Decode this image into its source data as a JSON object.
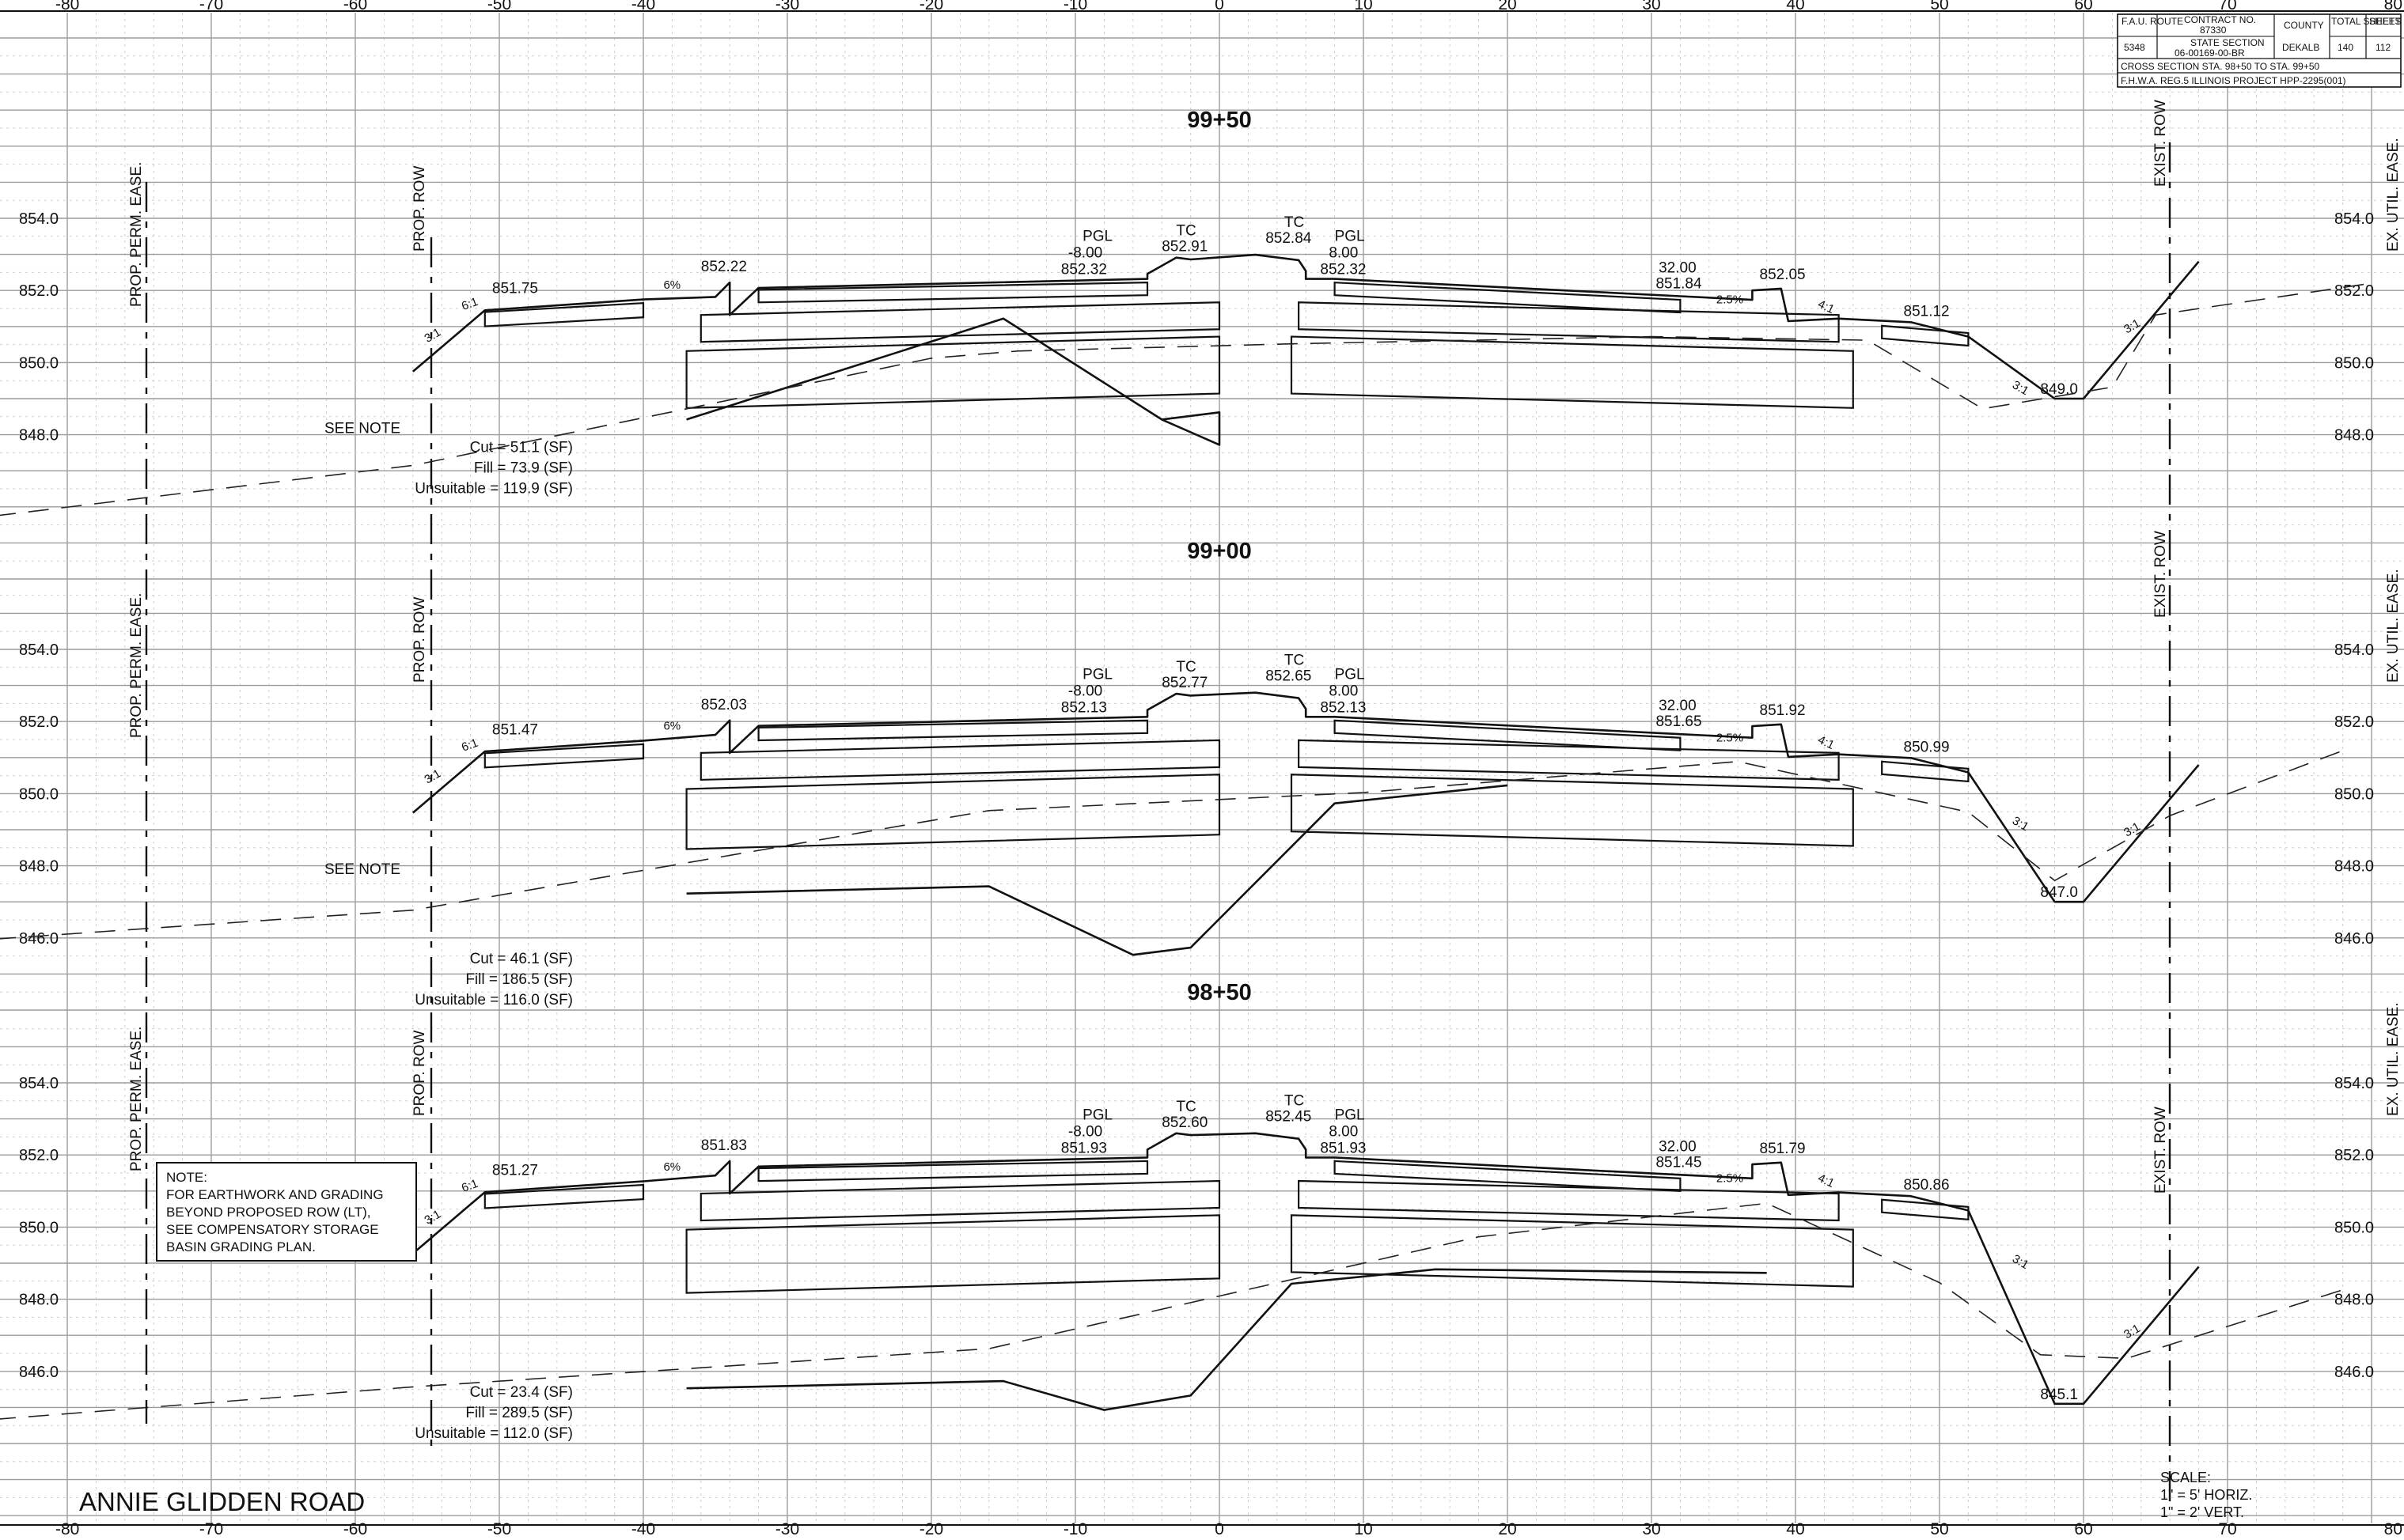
{
  "drawing": {
    "road_name": "ANNIE GLIDDEN ROAD",
    "scale_title": "SCALE:",
    "scale_horiz": "1\" = 5' HORIZ.",
    "scale_vert": "1\" = 2' VERT.",
    "note_lines": [
      "NOTE:",
      "FOR EARTHWORK AND GRADING",
      "BEYOND PROPOSED ROW (LT),",
      "SEE COMPENSATORY STORAGE",
      "BASIN GRADING PLAN."
    ],
    "title_block": {
      "fau_route_label": "F.A.U. ROUTE",
      "fau_route": "5348",
      "contract_label": "CONTRACT NO.",
      "contract_no": "87330",
      "section_label": "STATE SECTION",
      "section": "06-00169-00-BR",
      "county_label": "COUNTY",
      "county": "DEKALB",
      "total_label": "TOTAL SHEETS",
      "total_sheets": "140",
      "sheet_label": "SHEET NO.",
      "sheet_no": "112",
      "xs_line": "CROSS SECTION STA. 98+50 TO STA. 99+50",
      "fhwa_line": "F.H.W.A. REG.5  ILLINOIS PROJECT  HPP-2295(001)"
    },
    "offset_ticks": [
      "-80",
      "-70",
      "-60",
      "-50",
      "-40",
      "-30",
      "-20",
      "-10",
      "0",
      "10",
      "20",
      "30",
      "40",
      "50",
      "60",
      "70",
      "80"
    ]
  },
  "labels": {
    "prop_perm_ease": "PROP. PERM. EASE.",
    "prop_row": "PROP. ROW",
    "exist_row": "EXIST. ROW",
    "ex_util_ease": "EX. UTIL. EASE.",
    "see_note": "SEE NOTE",
    "tc": "TC",
    "pgl": "PGL"
  },
  "sections": [
    {
      "station": "99+50",
      "elev_ticks": [
        "854.0",
        "852.0",
        "850.0",
        "848.0"
      ],
      "pgl_left_offset": "-8.00",
      "pgl_left_elev": "852.32",
      "tc_left": "852.91",
      "tc_right": "852.84",
      "pgl_right_offset": "8.00",
      "pgl_right_elev": "852.32",
      "right_offset": "32.00",
      "right_offset_elev": "851.84",
      "left_walk": "851.75",
      "left_curb": "852.22",
      "right_curb": "852.05",
      "right_walk": "851.12",
      "ditch": "849.0",
      "cut": "Cut = 51.1 (SF)",
      "fill": "Fill = 73.9 (SF)",
      "unsuitable": "Unsuitable = 119.9 (SF)",
      "slopes": [
        "3:1",
        "6:1",
        "6%",
        "2.5%",
        "4:1",
        "3:1",
        "3:1"
      ]
    },
    {
      "station": "99+00",
      "elev_ticks": [
        "854.0",
        "852.0",
        "850.0",
        "848.0",
        "846.0"
      ],
      "pgl_left_offset": "-8.00",
      "pgl_left_elev": "852.13",
      "tc_left": "852.77",
      "tc_right": "852.65",
      "pgl_right_offset": "8.00",
      "pgl_right_elev": "852.13",
      "right_offset": "32.00",
      "right_offset_elev": "851.65",
      "left_walk": "851.47",
      "left_curb": "852.03",
      "right_curb": "851.92",
      "right_walk": "850.99",
      "ditch": "847.0",
      "cut": "Cut = 46.1 (SF)",
      "fill": "Fill = 186.5 (SF)",
      "unsuitable": "Unsuitable = 116.0 (SF)",
      "slopes": [
        "3:1",
        "6:1",
        "6%",
        "2.5%",
        "4:1",
        "3:1",
        "3:1"
      ]
    },
    {
      "station": "98+50",
      "elev_ticks": [
        "854.0",
        "852.0",
        "850.0",
        "848.0",
        "846.0"
      ],
      "pgl_left_offset": "-8.00",
      "pgl_left_elev": "851.93",
      "tc_left": "852.60",
      "tc_right": "852.45",
      "pgl_right_offset": "8.00",
      "pgl_right_elev": "851.93",
      "right_offset": "32.00",
      "right_offset_elev": "851.45",
      "left_walk": "851.27",
      "left_curb": "851.83",
      "right_curb": "851.79",
      "right_walk": "850.86",
      "ditch": "845.1",
      "cut": "Cut = 23.4 (SF)",
      "fill": "Fill = 289.5 (SF)",
      "unsuitable": "Unsuitable = 112.0 (SF)",
      "slopes": [
        "3:1",
        "6:1",
        "6%",
        "2.5%",
        "4:1",
        "3:1",
        "3:1"
      ]
    }
  ]
}
